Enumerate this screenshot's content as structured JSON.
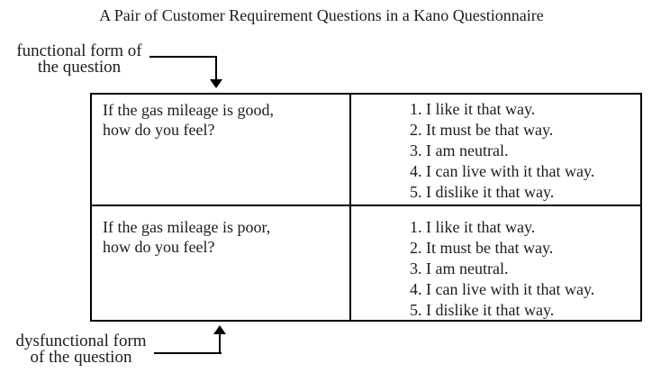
{
  "title": "A Pair of Customer Requirement Questions in a Kano Questionnaire",
  "annotations": {
    "functional": {
      "line1": "functional form of",
      "line2": "the question"
    },
    "dysfunctional": {
      "line1": "dysfunctional form",
      "line2": "of the question"
    }
  },
  "table": {
    "rows": [
      {
        "question": "If the gas mileage is good,\nhow do you feel?",
        "options": [
          {
            "num": "1.",
            "text": "I like it that way."
          },
          {
            "num": "2.",
            "text": "It must be that way."
          },
          {
            "num": "3.",
            "text": "I am neutral."
          },
          {
            "num": "4.",
            "text": "I can live with it that way."
          },
          {
            "num": "5.",
            "text": "I dislike it that way."
          }
        ]
      },
      {
        "question": "If the gas mileage is poor,\nhow do you feel?",
        "options": [
          {
            "num": "1.",
            "text": "I like it that way."
          },
          {
            "num": "2.",
            "text": "It must be that way."
          },
          {
            "num": "3.",
            "text": "I am neutral."
          },
          {
            "num": "4.",
            "text": "I can live with it that way."
          },
          {
            "num": "5.",
            "text": "I dislike it that way."
          }
        ]
      }
    ]
  },
  "colors": {
    "text": "#1c1c1c",
    "line": "#000000",
    "background": "#ffffff"
  }
}
